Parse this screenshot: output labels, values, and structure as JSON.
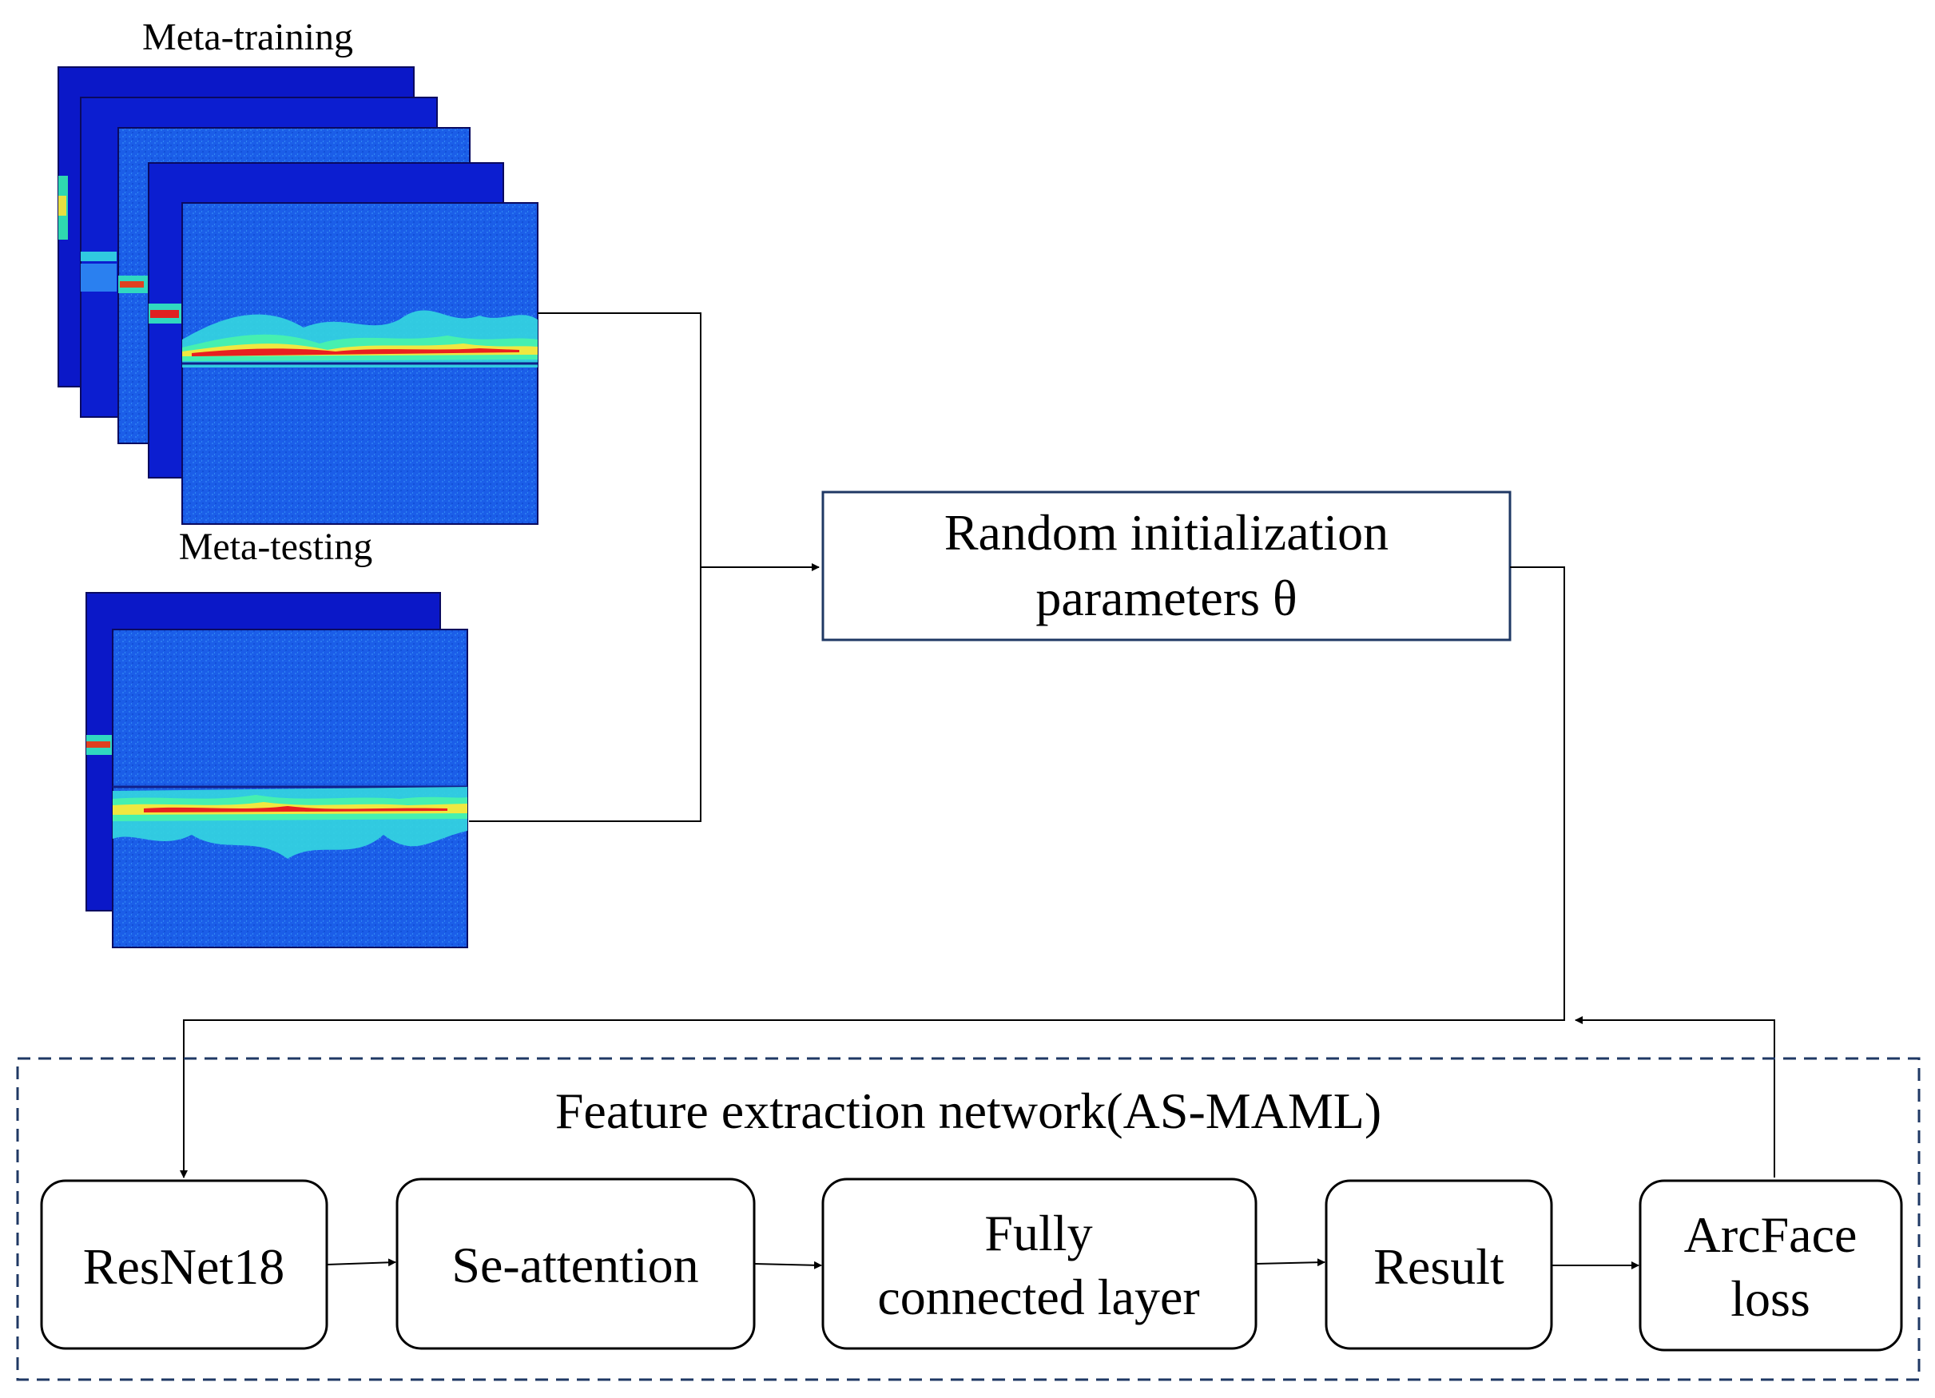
{
  "labels": {
    "meta_training": "Meta-training",
    "meta_testing": "Meta-testing"
  },
  "init_box": {
    "line1": "Random initialization",
    "line2": "parameters θ"
  },
  "network": {
    "title": "Feature extraction network(AS-MAML)",
    "blocks": [
      {
        "line1": "ResNet18",
        "line2": ""
      },
      {
        "line1": "Se-attention",
        "line2": ""
      },
      {
        "line1": "Fully",
        "line2": "connected layer"
      },
      {
        "line1": "Result",
        "line2": ""
      },
      {
        "line1": "ArcFace",
        "line2": "loss"
      }
    ]
  },
  "colors": {
    "spectrogram_bg": "#1540e0",
    "spectrogram_dark": "#0a14c8",
    "signal_cyan": "#32e6c8",
    "signal_yellow": "#f0f040",
    "signal_red": "#e01e1e",
    "init_box_border": "#1f3864",
    "dashed_border": "#1f3864",
    "line": "#000000"
  },
  "icons": {
    "spectrogram": "spectrogram-image",
    "arrow": "arrow-right"
  }
}
